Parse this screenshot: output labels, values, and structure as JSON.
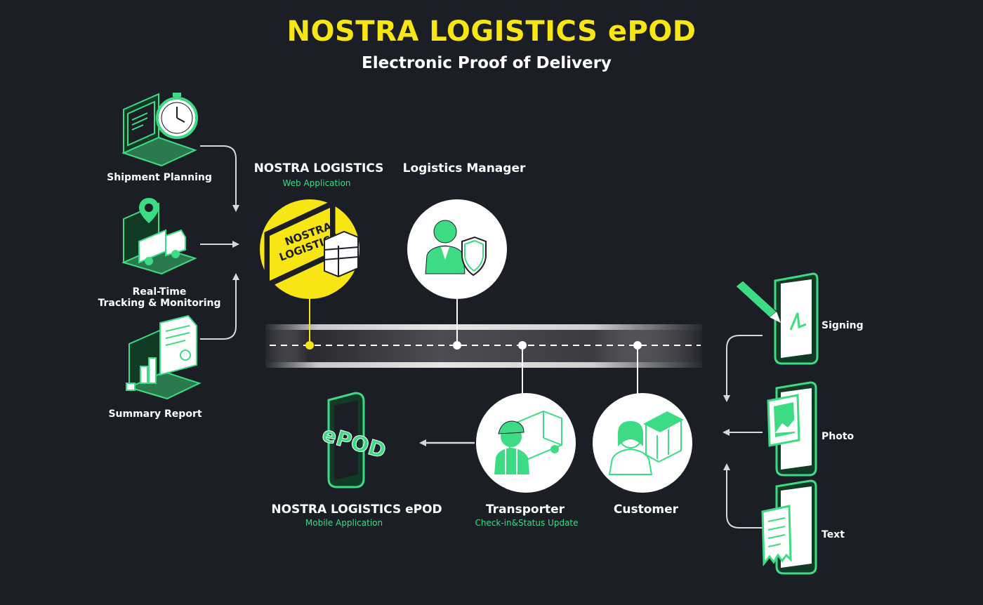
{
  "header": {
    "title": "NOSTRA LOGISTICS ePOD",
    "subtitle": "Electronic Proof of Delivery"
  },
  "left_features": [
    {
      "label": "Shipment Planning",
      "icon": "laptop-stopwatch-icon"
    },
    {
      "label_line1": "Real-Time",
      "label_line2": "Tracking & Monitoring",
      "icon": "laptop-truck-icon"
    },
    {
      "label": "Summary Report",
      "icon": "laptop-report-icon"
    }
  ],
  "web_app": {
    "name": "NOSTRA LOGISTICS",
    "type": "Web Application",
    "screen_text_line1": "NOSTRA",
    "screen_text_line2": "LOGISTICS",
    "icon": "monitor-server-icon"
  },
  "manager": {
    "name": "Logistics Manager",
    "icon": "manager-shield-icon"
  },
  "mobile_app": {
    "name": "NOSTRA LOGISTICS ePOD",
    "type": "Mobile Application",
    "phone_text": "ePOD",
    "icon": "phone-epod-icon"
  },
  "transporter": {
    "name": "Transporter",
    "type": "Check-in&Status Update",
    "icon": "driver-truck-icon"
  },
  "customer": {
    "name": "Customer",
    "icon": "customer-store-icon"
  },
  "right_features": [
    {
      "label": "Signing",
      "icon": "phone-pen-icon"
    },
    {
      "label": "Photo",
      "icon": "phone-photo-icon"
    },
    {
      "label": "Text",
      "icon": "phone-receipt-icon"
    }
  ],
  "colors": {
    "background": "#1c1e26",
    "accent_yellow": "#f7e514",
    "accent_green": "#3ddc84",
    "white": "#ffffff"
  }
}
